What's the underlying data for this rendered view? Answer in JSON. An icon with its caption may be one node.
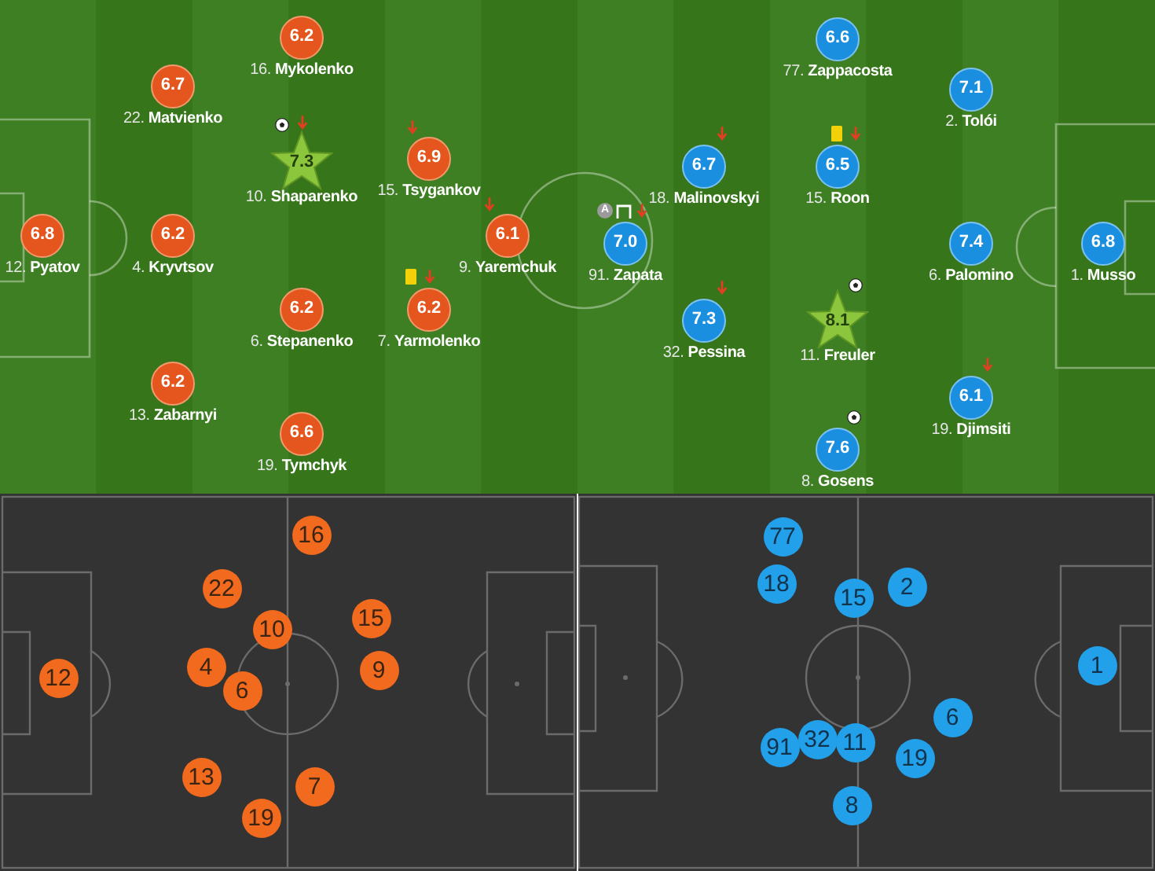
{
  "diagram": {
    "nodes": [
      {
        "text": [
          "6.8"
        ],
        "beside": [
          "12. **Pyatov**"
        ]
      },
      {
        "text": [
          "6.7"
        ],
        "beside": [
          "22. **Matvienko**"
        ]
      },
      {
        "text": [
          "6.2"
        ],
        "beside": [
          "4. **Kryvtsov**"
        ]
      },
      {
        "text": [
          "6.2"
        ],
        "beside": [
          "13. **Zabarnyi**"
        ]
      },
      {
        "text": [
          "6.2"
        ],
        "beside": [
          "16. **Mykolenko**"
        ]
      },
      {
        "text": [
          "7.3"
        ],
        "beside": [
          "10. **Shaparenko**"
        ]
      },
      {
        "text": [
          "6.2"
        ],
        "beside": [
          "6. **Stepanenko**"
        ]
      },
      {
        "text": [
          "6.6"
        ],
        "beside": [
          "19. **Tymchyk**"
        ]
      },
      {
        "text": [
          "6.9"
        ],
        "beside": [
          "15. **Tsygankov**"
        ]
      },
      {
        "text": [
          "6.2"
        ],
        "beside": [
          "7. **Yarmolenko**"
        ]
      },
      {
        "text": [
          "6.1"
        ],
        "beside": [
          "9. **Yaremchuk**"
        ]
      },
      {
        "text": [
          "7.0"
        ],
        "beside": [
          "91. **Zapata**"
        ]
      },
      {
        "text": [
          "6.7"
        ],
        "beside": [
          "18. **Malinovskyi**"
        ]
      },
      {
        "text": [
          "7.3"
        ],
        "beside": [
          "32. **Pessina**"
        ]
      },
      {
        "text": [
          "6.6"
        ],
        "beside": [
          "77. **Zappacosta**"
        ]
      },
      {
        "text": [
          "6.5"
        ],
        "beside": [
          "15. **Roon**"
        ]
      },
      {
        "text": [
          "8.1"
        ],
        "beside": [
          "11. **Freuler**"
        ]
      },
      {
        "text": [
          "7.6"
        ],
        "beside": [
          "8. **Gosens**"
        ]
      },
      {
        "text": [
          "7.1"
        ],
        "beside": [
          "2. **Tolói**"
        ]
      },
      {
        "text": [
          "7.4"
        ],
        "beside": [
          "6. **Palomino**"
        ]
      },
      {
        "text": [
          "6.1"
        ],
        "beside": [
          "19. **Djimsiti**"
        ]
      },
      {
        "text": [
          "6.8"
        ],
        "beside": [
          "1. **Musso**"
        ]
      },
      {
        "text": [
          "16"
        ]
      },
      {
        "text": [
          "22"
        ]
      },
      {
        "text": [
          "15"
        ]
      },
      {
        "text": [
          "10"
        ]
      },
      {
        "text": [
          "4"
        ]
      },
      {
        "text": [
          "9"
        ]
      },
      {
        "text": [
          "12"
        ]
      },
      {
        "text": [
          "6"
        ]
      },
      {
        "text": [
          "13"
        ]
      },
      {
        "text": [
          "7"
        ]
      },
      {
        "text": [
          "19"
        ]
      },
      {
        "text": [
          "77"
        ]
      },
      {
        "text": [
          "18"
        ]
      },
      {
        "text": [
          "2"
        ]
      },
      {
        "text": [
          "15"
        ]
      },
      {
        "text": [
          "1"
        ]
      },
      {
        "text": [
          "6"
        ]
      },
      {
        "text": [
          "91"
        ]
      },
      {
        "text": [
          "32"
        ]
      },
      {
        "text": [
          "11"
        ]
      },
      {
        "text": [
          "19"
        ]
      },
      {
        "text": [
          "8"
        ]
      }
    ],
    "labels": [
      "A"
    ]
  }
}
